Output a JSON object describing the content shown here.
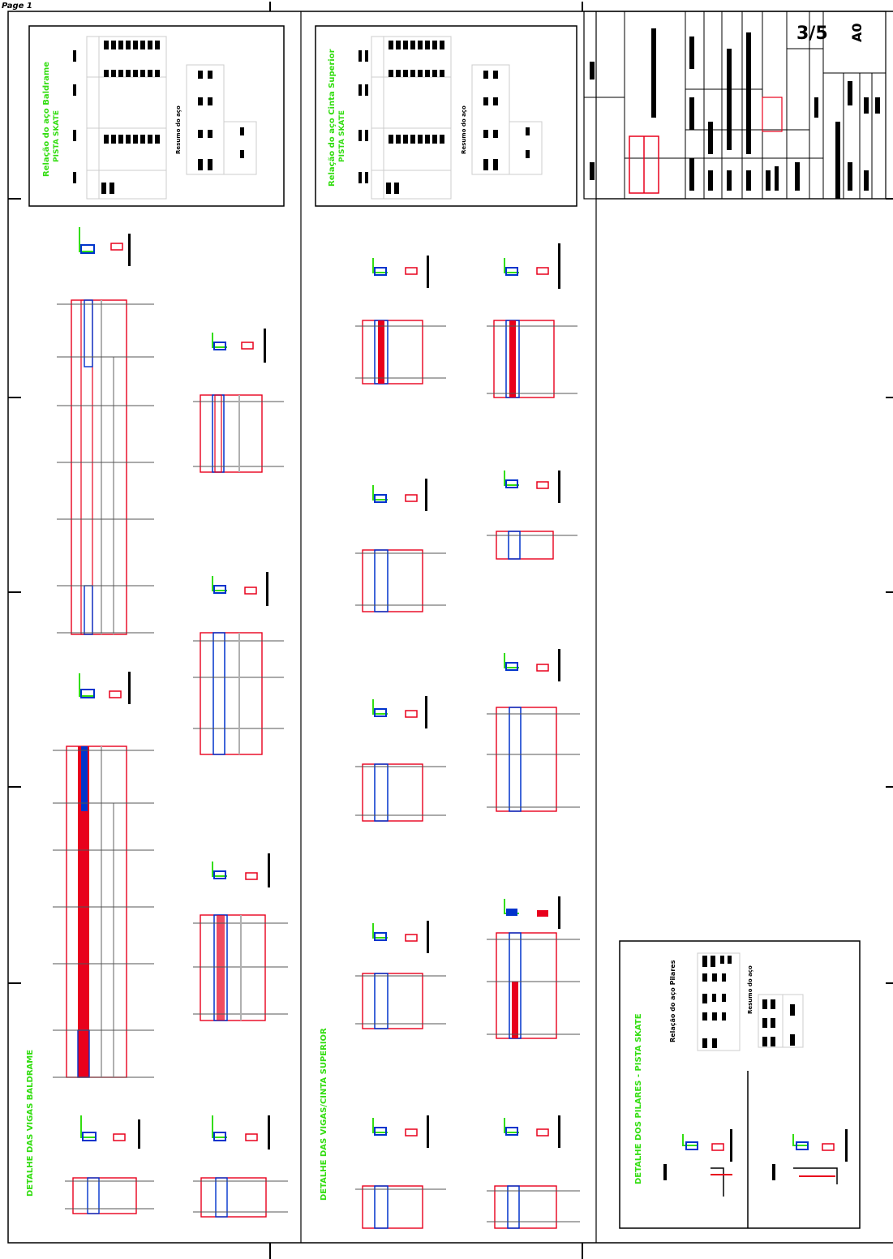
{
  "viewer": {
    "page_label": "Page 1"
  },
  "panels": {
    "left_table_title": "Relação do aço Baldrame",
    "left_table_subtitle": "PISTA SKATE",
    "middle_table_title": "Relação do aço Cinta Superior",
    "middle_table_subtitle": "PISTA SKATE",
    "pilares_table_title": "Relação do aço Pilares",
    "resumo_label": "Resumo do aço",
    "left_title": "DETALHE DAS VIGAS BALDRAME",
    "middle_title": "DETALHE DAS VIGAS/CINTA SUPERIOR",
    "pilares_title": "DETALHE DOS PILARES - PISTA SKATE"
  },
  "title_block": {
    "sheet_number": "3/5",
    "paper_size": "A0"
  },
  "colors": {
    "line": "#000000",
    "rebar_main": "#e8001c",
    "rebar_stirrup": "#0033cc",
    "rebar_dim": "#b0b0b0",
    "label_accent": "#33dd11",
    "grey": "#9a9a9a"
  }
}
